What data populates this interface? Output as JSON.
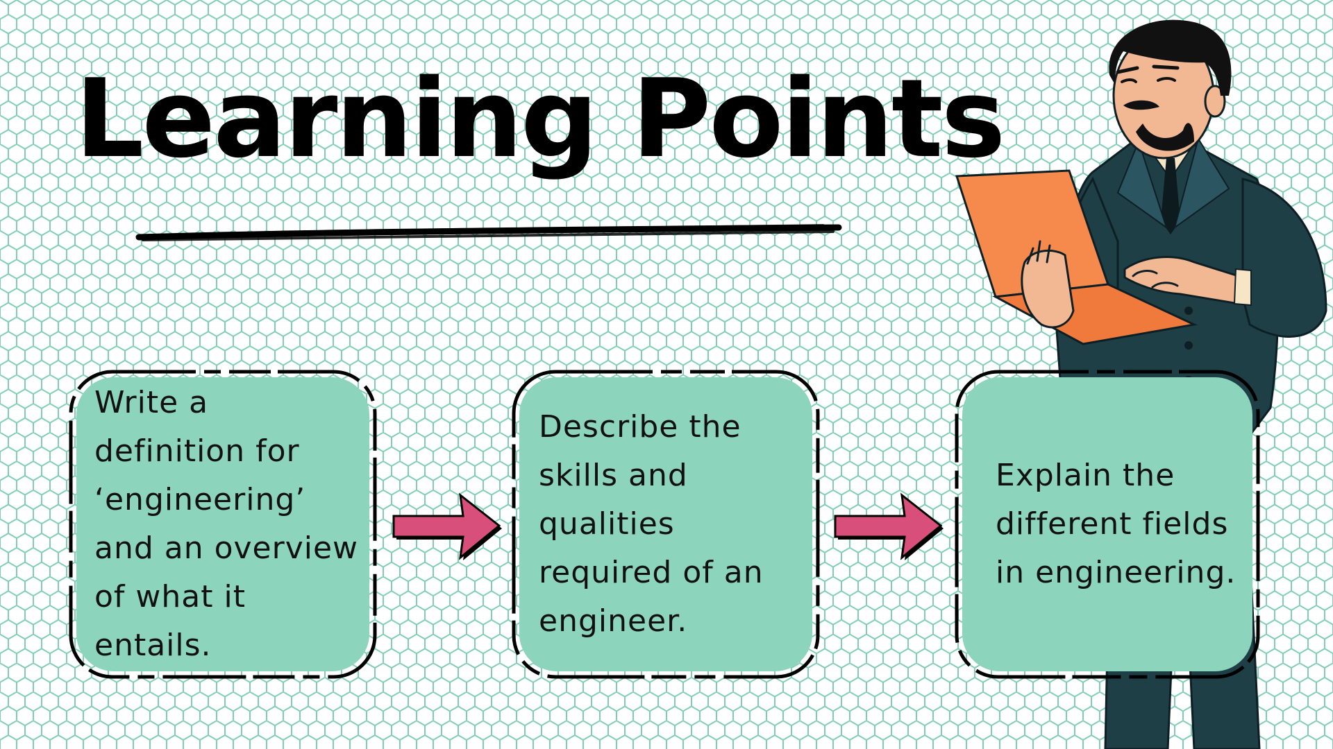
{
  "slide": {
    "title": "Learning Points",
    "cards": [
      {
        "text": "Write a definition for ‘engineering’ and an overview of what it entails."
      },
      {
        "text": "Describe the skills and qualities required of an engineer."
      },
      {
        "text": "Explain the different fields in engineering."
      }
    ]
  },
  "colors": {
    "hex_pattern": "#7fcdb4",
    "card_fill": "#8dd4bd",
    "arrow": "#d94f7c",
    "laptop": "#f58a4c",
    "suit": "#1f3f47"
  },
  "icons": {
    "arrow_1": "right-arrow-icon",
    "arrow_2": "right-arrow-icon",
    "illustration": "engineer-with-laptop"
  }
}
